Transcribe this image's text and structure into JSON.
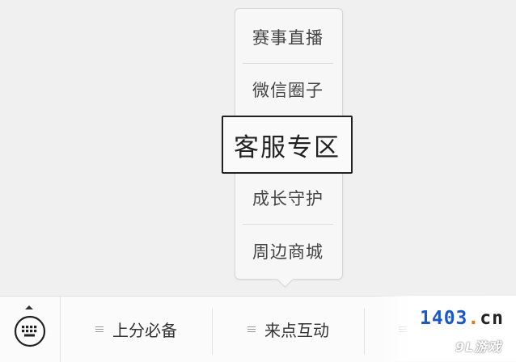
{
  "submenu": {
    "items": [
      {
        "label": "赛事直播"
      },
      {
        "label": "微信圈子"
      },
      {
        "label": "客服专区",
        "selected": true
      },
      {
        "label": "成长守护"
      },
      {
        "label": "周边商城"
      }
    ]
  },
  "bottom_bar": {
    "keyboard_icon": "keyboard-icon",
    "tabs": [
      {
        "label": "上分必备",
        "icon": "menu-lines-icon"
      },
      {
        "label": "来点互动",
        "icon": "menu-lines-icon"
      },
      {
        "label": "",
        "icon": "menu-lines-icon"
      }
    ]
  },
  "watermark": {
    "domain_main": "1403",
    "domain_dot": ".",
    "domain_tld": "cn",
    "subtitle": "9L游戏"
  }
}
